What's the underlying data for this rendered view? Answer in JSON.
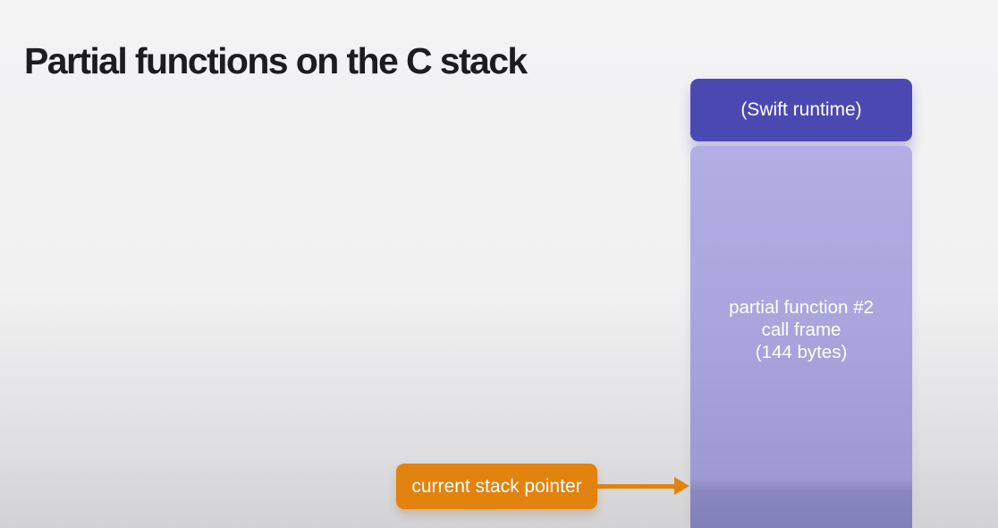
{
  "slide": {
    "title": "Partial functions on the C stack"
  },
  "stack": {
    "runtime_label": "(Swift runtime)",
    "frame_label_line1": "partial function #2",
    "frame_label_line2": "call frame",
    "frame_label_line3": "(144 bytes)"
  },
  "pointer": {
    "label": "current stack pointer",
    "arrow": "right-arrow"
  },
  "colors": {
    "background_top": "#f3f3f4",
    "background_bottom": "#d3d3d5",
    "title_text": "#1d1d1f",
    "runtime_box": "#4a49b2",
    "frame_box_top": "#b0aee3",
    "frame_box_bottom": "#8180b7",
    "pointer_box": "#e2820f"
  }
}
